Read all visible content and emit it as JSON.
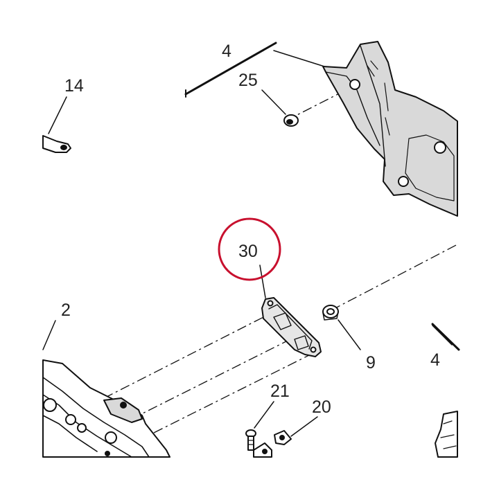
{
  "diagram": {
    "labels": {
      "part_4_top": "4",
      "part_25": "25",
      "part_14": "14",
      "part_30": "30",
      "part_2": "2",
      "part_9": "9",
      "part_4_right": "4",
      "part_21": "21",
      "part_20": "20"
    },
    "highlight": {
      "target": "30",
      "color": "#c8102e"
    },
    "colors": {
      "ink": "#111111",
      "label": "#222222",
      "shade": "#d9d9d9",
      "background": "#ffffff"
    }
  }
}
